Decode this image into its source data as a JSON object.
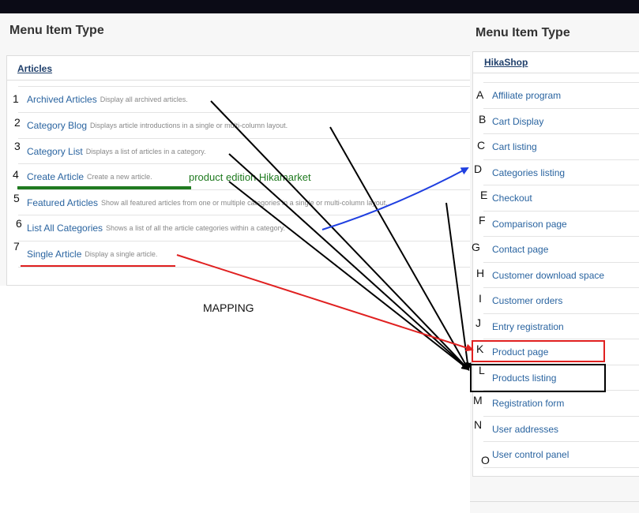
{
  "left": {
    "title": "Menu Item Type",
    "section": "Articles",
    "items": [
      {
        "num": "1",
        "label": "Archived Articles",
        "desc": "Display all archived articles."
      },
      {
        "num": "2",
        "label": "Category Blog",
        "desc": "Displays article introductions in a single or multi-column layout."
      },
      {
        "num": "3",
        "label": "Category List",
        "desc": "Displays a list of articles in a category."
      },
      {
        "num": "4",
        "label": "Create Article",
        "desc": "Create a new article."
      },
      {
        "num": "5",
        "label": "Featured Articles",
        "desc": "Show all featured articles from one or multiple categories in a single or multi-column layout."
      },
      {
        "num": "6",
        "label": "List All Categories",
        "desc": "Shows a list of all the article categories within a category."
      },
      {
        "num": "7",
        "label": "Single Article",
        "desc": "Display a single article."
      }
    ]
  },
  "right": {
    "title": "Menu Item Type",
    "section": "HikaShop",
    "items": [
      {
        "letter": "A",
        "label": "Affiliate program"
      },
      {
        "letter": "B",
        "label": "Cart Display"
      },
      {
        "letter": "C",
        "label": "Cart listing"
      },
      {
        "letter": "D",
        "label": "Categories listing"
      },
      {
        "letter": "E",
        "label": "Checkout"
      },
      {
        "letter": "F",
        "label": "Comparison page"
      },
      {
        "letter": "G",
        "label": "Contact page"
      },
      {
        "letter": "H",
        "label": "Customer download space"
      },
      {
        "letter": "I",
        "label": "Customer orders"
      },
      {
        "letter": "J",
        "label": "Entry registration"
      },
      {
        "letter": "K",
        "label": "Product page"
      },
      {
        "letter": "L",
        "label": "Products listing"
      },
      {
        "letter": "M",
        "label": "Registration form"
      },
      {
        "letter": "N",
        "label": "User addresses"
      },
      {
        "letter": "O",
        "label": "User control panel"
      }
    ]
  },
  "annotations": {
    "green_note": "product edition Hikamarket",
    "mapping_label": "MAPPING"
  },
  "colors": {
    "link": "#2a64a0",
    "black_arrow": "#000000",
    "red_arrow": "#e02020",
    "blue_arrow": "#1f3fe0",
    "green_underline": "#1f7a1f"
  }
}
